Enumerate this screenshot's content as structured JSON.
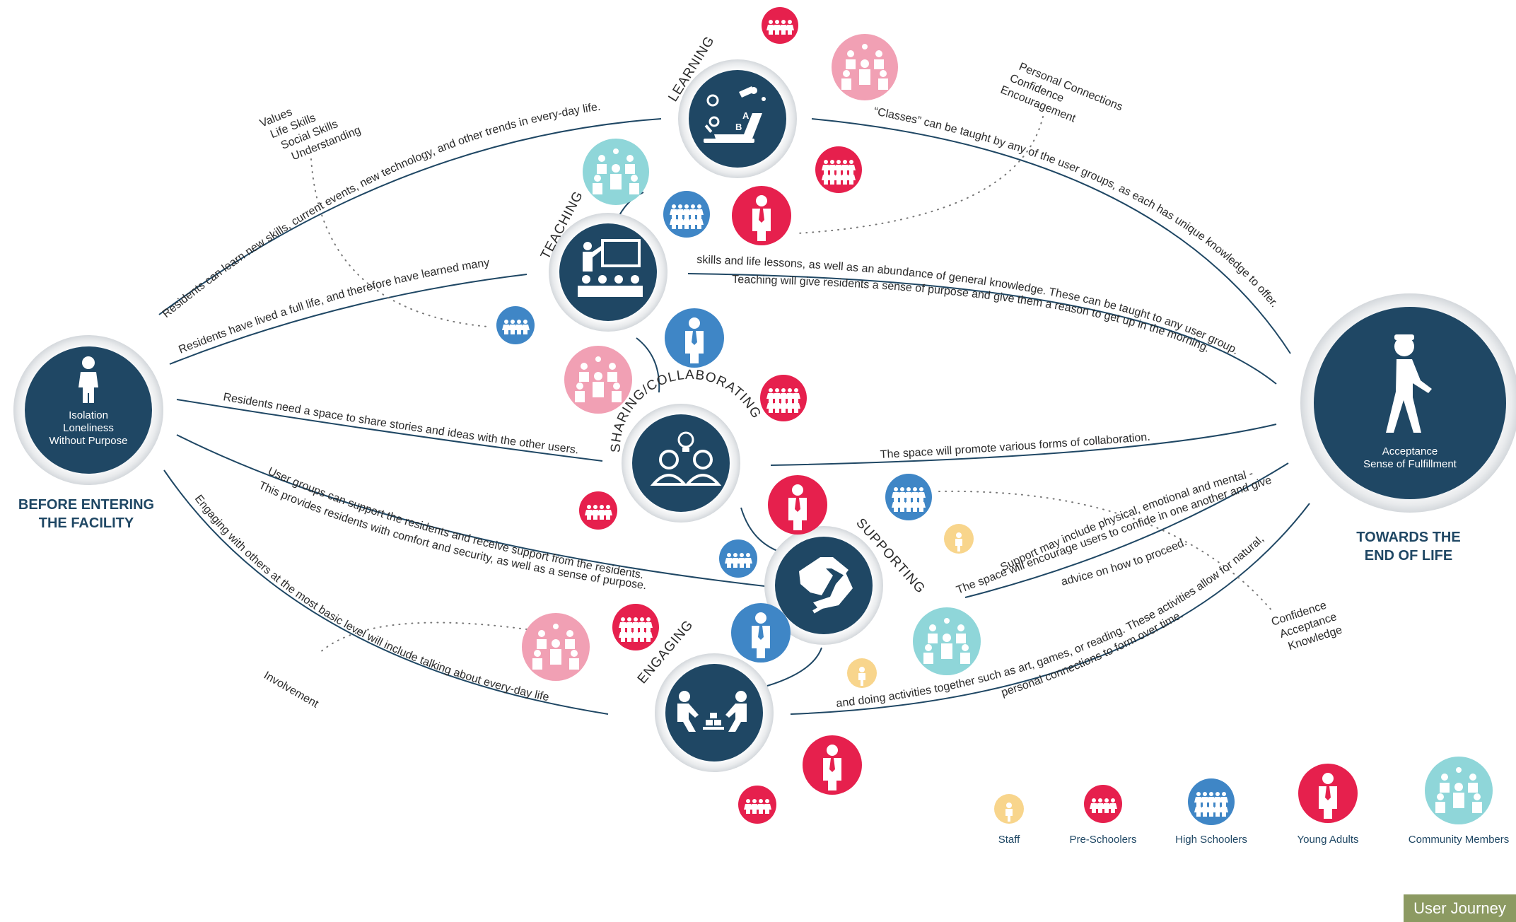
{
  "colors": {
    "navy": "#1f4764",
    "staff": "#f8d58c",
    "pre_schoolers": "#e6204d",
    "high_schoolers": "#3f86c6",
    "young_adults": "#e6204d",
    "community_members": "#8fd6d9",
    "pink": "#f1a0b4",
    "badge": "#8c9a62"
  },
  "start": {
    "title_lines": [
      "BEFORE ENTERING",
      "THE FACILITY"
    ],
    "circle_lines": [
      "Isolation",
      "Loneliness",
      "Without Purpose"
    ],
    "icon": "lonely-person-icon"
  },
  "end": {
    "title_lines": [
      "TOWARDS THE",
      "END OF LIFE"
    ],
    "circle_lines": [
      "Acceptance",
      "Sense of Fulfillment"
    ],
    "icon": "walking-person-icon"
  },
  "stages": {
    "learning": {
      "label": "LEARNING",
      "icon": "laptop-learning-icon"
    },
    "teaching": {
      "label": "TEACHING",
      "icon": "classroom-teacher-icon"
    },
    "sharing": {
      "label": "SHARING/COLLABORATING",
      "icon": "idea-sharing-icon"
    },
    "supporting": {
      "label": "SUPPORTING",
      "icon": "handshake-icon"
    },
    "engaging": {
      "label": "ENGAGING",
      "icon": "play-together-icon"
    }
  },
  "curve_texts": {
    "learn_left": "Residents can learn new skills, current events, new technology, and other trends in every-day life.",
    "learn_right": "“Classes” can be taught by any of the user groups, as each has unique knowledge to offer.",
    "teach_left": "Residents have lived a full life, and therefore have learned many",
    "teach_right_1": "skills and life lessons, as well as an abundance of general knowledge. These can be taught to any user group.",
    "teach_right_2": "Teaching will give residents a sense of purpose and give them a reason to get up in the morning.",
    "share_left": "Residents need a space to share stories and ideas with the other users.",
    "share_right": "The space will promote various forms of collaboration.",
    "support_left_1": "User groups can support the residents and receive support from the residents.",
    "support_left_2": "This provides residents with comfort and security, as well as a sense of purpose.",
    "support_right_1": "Support may include physical, emotional and mental -",
    "support_right_2": "The space will encourage users to confide in one another and give",
    "support_right_3": "advice on how to proceed.",
    "engage_left": "Engaging with others at the most basic level will include talking about every-day life",
    "engage_right_1": "and doing activities together such as art, games, or reading. These activities allow for natural,",
    "engage_right_2": "personal connections to form over time."
  },
  "annotations": {
    "values_list": [
      "Values",
      "Life Skills",
      "Social Skills",
      "Understanding"
    ],
    "connections_list": [
      "Personal Connections",
      "Confidence",
      "Encouragement"
    ],
    "confidence_list": [
      "Confidence",
      "Acceptance",
      "Knowledge"
    ],
    "involvement": "Involvement"
  },
  "legend": [
    {
      "label": "Staff",
      "icon": "staff-icon"
    },
    {
      "label": "Pre-Schoolers",
      "icon": "pre-schoolers-icon"
    },
    {
      "label": "High Schoolers",
      "icon": "high-schoolers-icon"
    },
    {
      "label": "Young Adults",
      "icon": "young-adult-icon"
    },
    {
      "label": "Community Members",
      "icon": "community-members-icon"
    }
  ],
  "badge": "User Journey"
}
